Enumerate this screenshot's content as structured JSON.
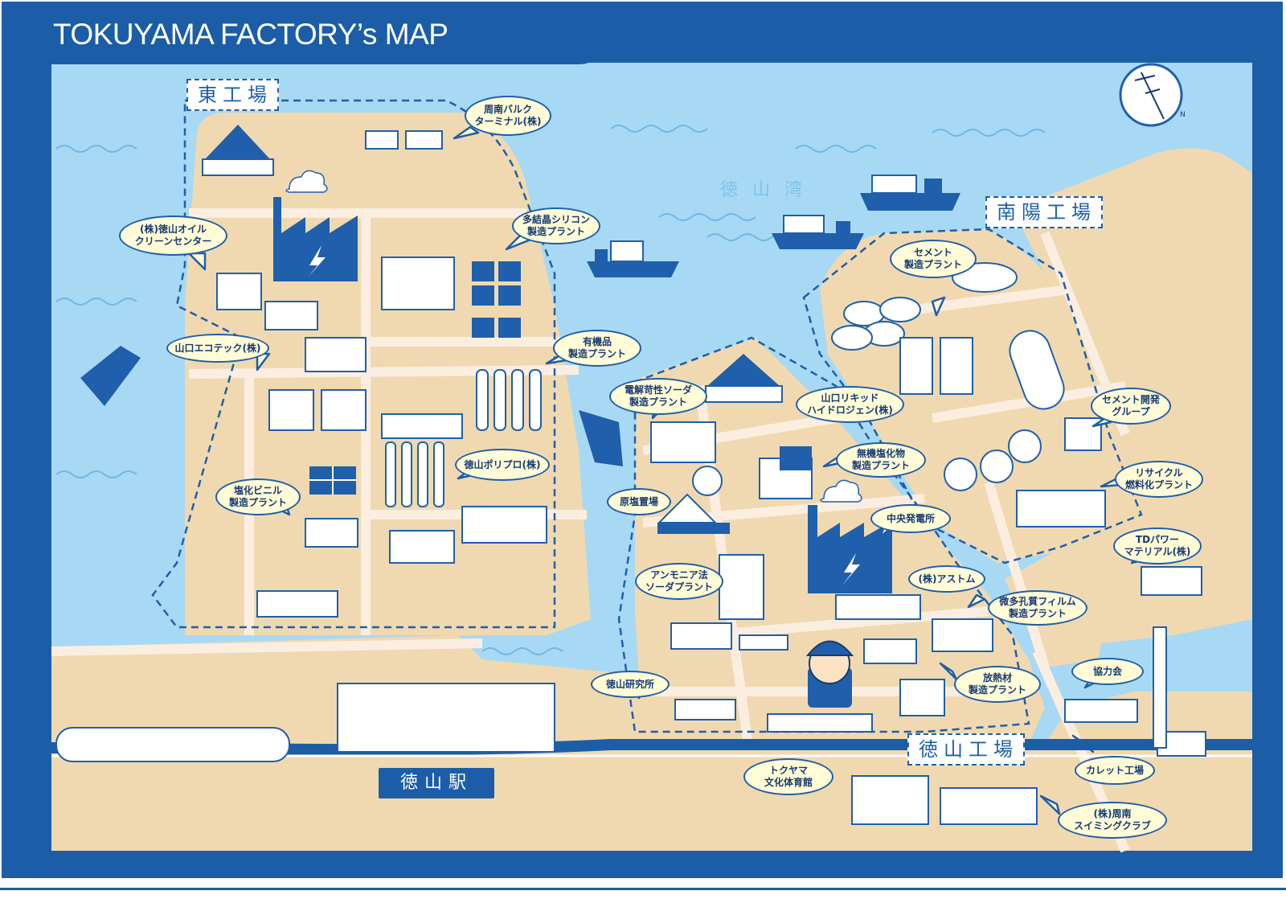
{
  "map": {
    "title": "TOKUYAMA FACTORY’s MAP",
    "colors": {
      "frame": "#1c5da8",
      "sea": "#a7d9f4",
      "land": "#f0d9b0",
      "road": "#fbeee0",
      "callout": "#fffbd6",
      "building": "#1f5fab"
    },
    "areas": {
      "east": "東工場",
      "nanyo": "南陽工場",
      "tokuyama": "徳山工場"
    },
    "bay_label": "徳山湾",
    "station_label": "徳山駅",
    "compass_label": "N",
    "callouts": {
      "shunan_bulk": "周南バルク\nターミナル(株)",
      "oil_clean": "(株)徳山オイル\nクリーンセンター",
      "polysilicon": "多結晶シリコン\n製造プラント",
      "ecotech": "山口エコテック(株)",
      "organic": "有機品\n製造プラント",
      "polypro": "徳山ポリプロ(株)",
      "pvc": "塩化ビニル\n製造プラント",
      "electrolytic_soda": "電解苛性ソーダ\n製造プラント",
      "salt_yard": "原塩置場",
      "ammonia_soda": "アンモニア法\nソーダプラント",
      "research": "徳山研究所",
      "liquid_hydrogen": "山口リキッド\nハイドロジェン(株)",
      "inorganic_chloride": "無機塩化物\n製造プラント",
      "central_power": "中央発電所",
      "astom": "(株)アストム",
      "microporous_film": "微多孔質フィルム\n製造プラント",
      "heat_dissipation": "放熱材\n製造プラント",
      "cement_plant": "セメント\n製造プラント",
      "cement_dev": "セメント開発\nグループ",
      "recycle_fuel": "リサイクル\n燃料化プラント",
      "td_power": "TDパワー\nマテリアル(株)",
      "cooperation": "協力会",
      "cullet": "カレット工場",
      "culture_gym": "トクヤマ\n文化体育館",
      "swimming": "(株)周南\nスイミングクラブ"
    }
  }
}
